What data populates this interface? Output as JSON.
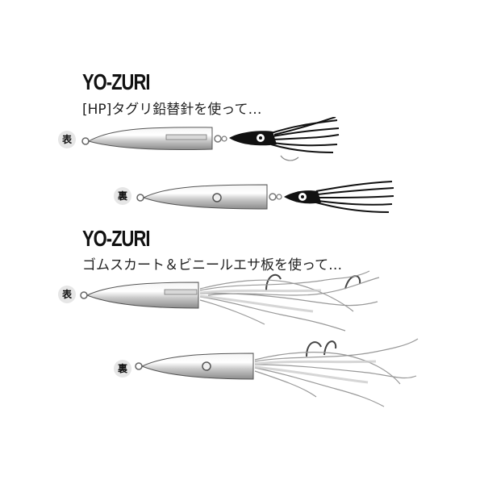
{
  "section1": {
    "brand": "YO-ZURI",
    "caption": "[HP]タグリ鉛替針を使って…",
    "front_label": "表",
    "back_label": "裏"
  },
  "section2": {
    "brand": "YO-ZURI",
    "caption": "ゴムスカート＆ビニールエサ板を使って…",
    "front_label": "表",
    "back_label": "裏"
  }
}
